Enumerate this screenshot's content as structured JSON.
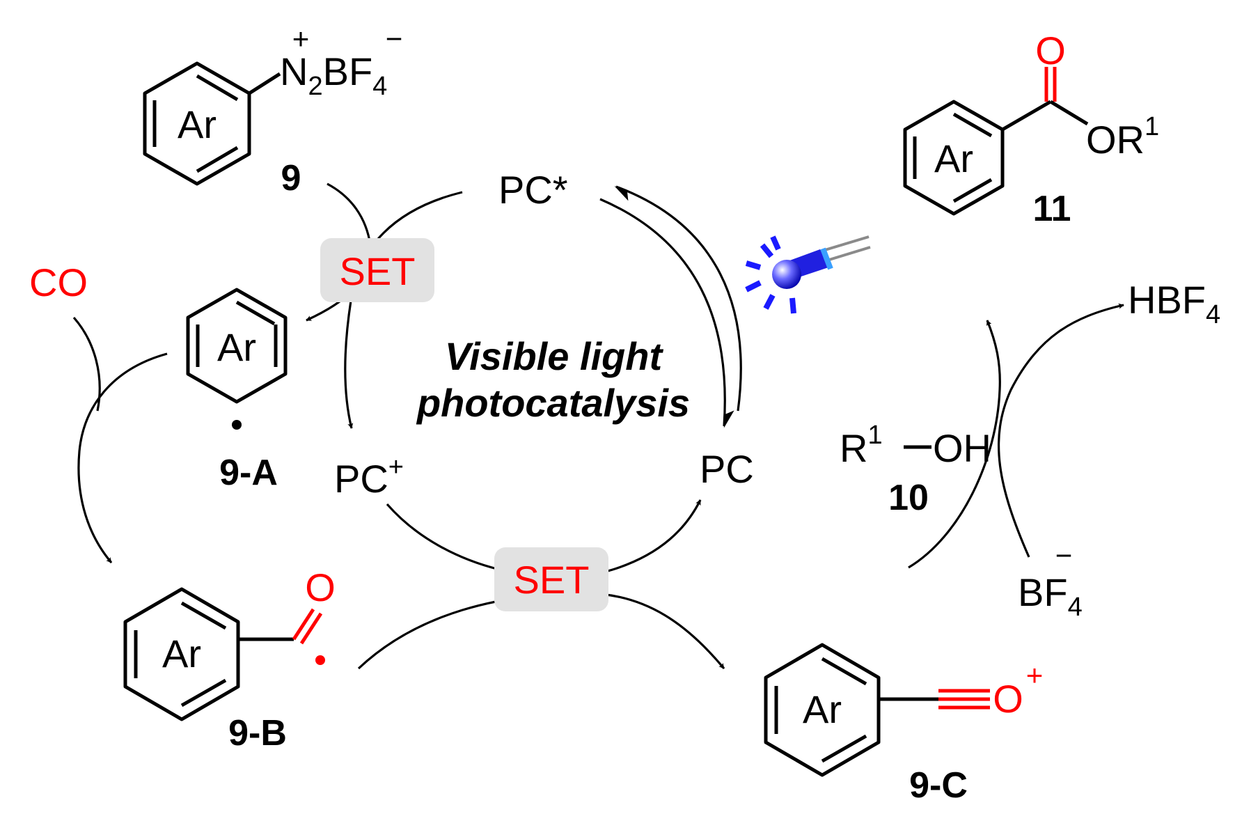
{
  "title_lines": [
    "Visible light",
    "photocatalysis"
  ],
  "set_label": "SET",
  "catalyst": {
    "excited": "PC*",
    "oxidized": "PC",
    "oxidized_charge": "+",
    "ground": "PC"
  },
  "ring_label": "Ar",
  "compounds": {
    "c9": {
      "number": "9",
      "group": "N",
      "group_sub": "2",
      "group_charge": "+",
      "counterion": "BF",
      "counterion_sub": "4",
      "counterion_charge": "−"
    },
    "c9A": {
      "number": "9-A"
    },
    "c9B": {
      "number": "9-B",
      "oxygen": "O"
    },
    "c9C": {
      "number": "9-C",
      "oxygen": "O",
      "charge": "+"
    },
    "c10": {
      "number": "10",
      "r": "R",
      "r_sup": "1",
      "rest": "OH"
    },
    "c11": {
      "number": "11",
      "carbonyl_o": "O",
      "or_group": "OR",
      "or_sup": "1"
    }
  },
  "reagents": {
    "co": "CO",
    "hbf4": "HBF",
    "hbf4_sub": "4",
    "bf4": "BF",
    "bf4_sub": "4",
    "bf4_charge": "−"
  },
  "colors": {
    "heteroatom": "#ff0000",
    "set_box": "#e2e2e2",
    "led_blue": "#1a1aff"
  },
  "light_source_icon": "blue-led-icon"
}
